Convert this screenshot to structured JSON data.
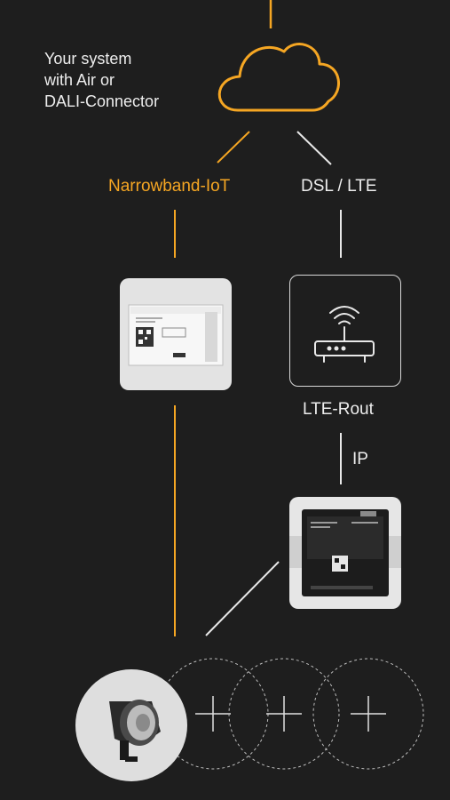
{
  "intro": {
    "lines": [
      "Your system",
      "with Air or",
      "DALI-Connector"
    ]
  },
  "labels": {
    "narrowband": "Narrowband-IoT",
    "dsl_lte": "DSL / LTE",
    "lte_router": "LTE-Rout",
    "ip": "IP"
  },
  "colors": {
    "background": "#1e1e1e",
    "accent": "#f5a623",
    "line": "#e8e8e8",
    "text": "#ededed"
  },
  "icons": [
    "cloud-icon",
    "router-icon",
    "wifi-icon",
    "plus-icon",
    "luminaire-image",
    "nb-iot-device-image",
    "dali-gateway-image"
  ]
}
